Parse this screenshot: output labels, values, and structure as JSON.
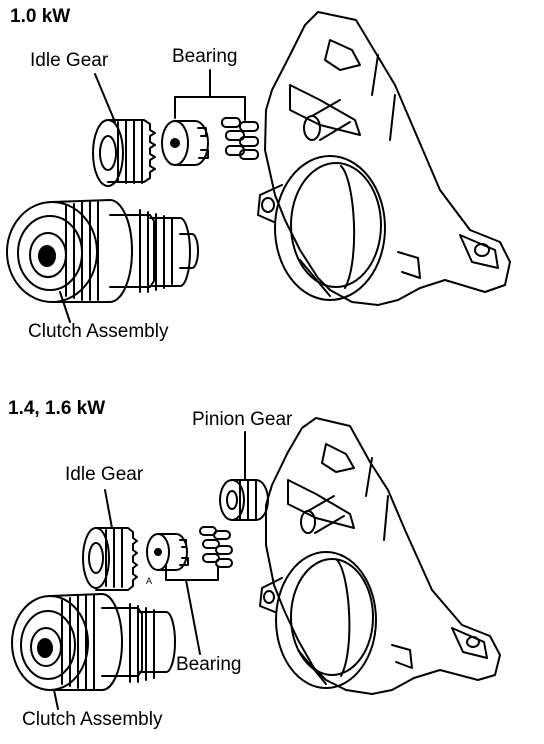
{
  "diagram": {
    "top": {
      "heading": "1.0 kW",
      "labels": {
        "idle_gear": "Idle Gear",
        "bearing": "Bearing",
        "clutch_assembly": "Clutch Assembly"
      }
    },
    "bottom": {
      "heading": "1.4, 1.6 kW",
      "labels": {
        "pinion_gear": "Pinion Gear",
        "idle_gear": "Idle Gear",
        "bearing": "Bearing",
        "clutch_assembly": "Clutch Assembly"
      }
    },
    "line_color": "#000000",
    "background_color": "#ffffff"
  }
}
